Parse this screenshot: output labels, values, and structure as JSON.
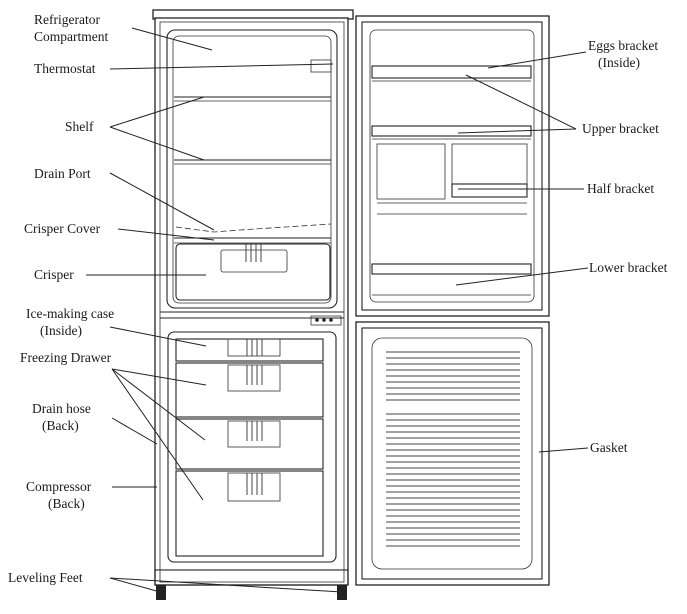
{
  "labels": {
    "refrigerator_compartment": [
      "Refrigerator",
      "Compartment"
    ],
    "thermostat": "Thermostat",
    "shelf": "Shelf",
    "drain_port": "Drain Port",
    "crisper_cover": "Crisper Cover",
    "crisper": "Crisper",
    "ice_making_case": [
      "Ice-making case",
      "(Inside)"
    ],
    "freezing_drawer": "Freezing Drawer",
    "drain_hose": [
      "Drain hose",
      "(Back)"
    ],
    "compressor": [
      "Compressor",
      "(Back)"
    ],
    "leveling_feet": "Leveling Feet",
    "eggs_bracket": [
      "Eggs bracket",
      "(Inside)"
    ],
    "upper_bracket": "Upper bracket",
    "half_bracket": "Half bracket",
    "lower_bracket": "Lower bracket",
    "gasket": "Gasket"
  }
}
